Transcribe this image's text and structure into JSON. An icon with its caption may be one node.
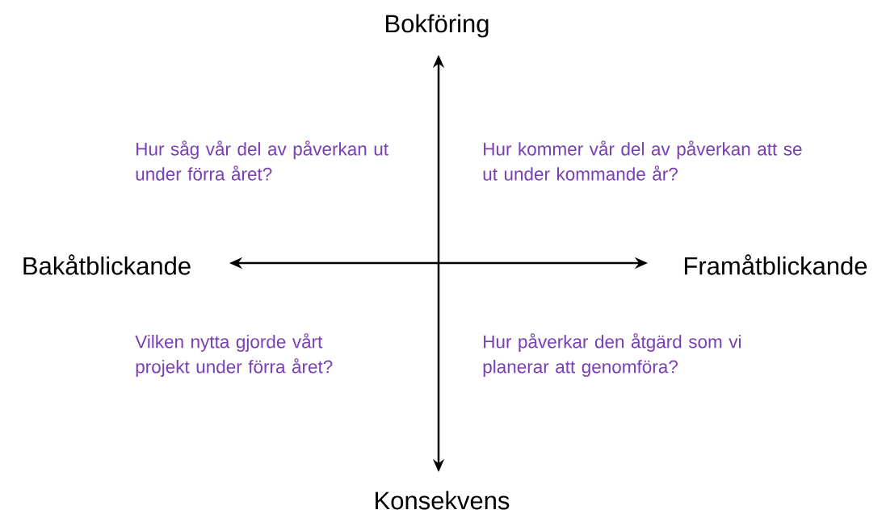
{
  "diagram": {
    "labels": [
      "Bokföring",
      "Hur såg vår del av påverkan ut under förra året?",
      "Hur kommer vår del av påverkan att se ut under kommande år?",
      "Bakåtblickande",
      "Framåtblickande",
      "Vilken nytta gjorde vårt projekt under förra året?",
      "Hur påverkar den åtgärd som vi planerar att genomföra?",
      "Konsekvens"
    ]
  }
}
